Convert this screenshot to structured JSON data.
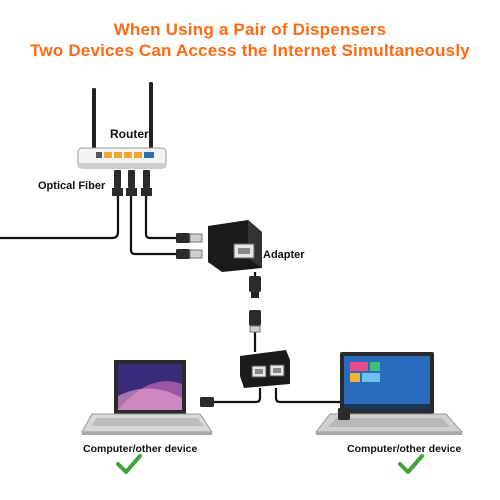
{
  "heading": {
    "line1": "When Using a Pair of Dispensers",
    "line2": "Two Devices Can Access the Internet  Simultaneously"
  },
  "labels": {
    "router": "Router",
    "optical_fiber": "Optical Fiber",
    "adapter": "Adapter",
    "device_left": "Computer/other device",
    "device_right": "Computer/other device"
  },
  "colors": {
    "heading": "#ff6a13",
    "check": "#3fa535",
    "cable": "#111111",
    "router_ports": "#f2a531"
  },
  "icons": {
    "check_left": "check-icon",
    "check_right": "check-icon"
  }
}
